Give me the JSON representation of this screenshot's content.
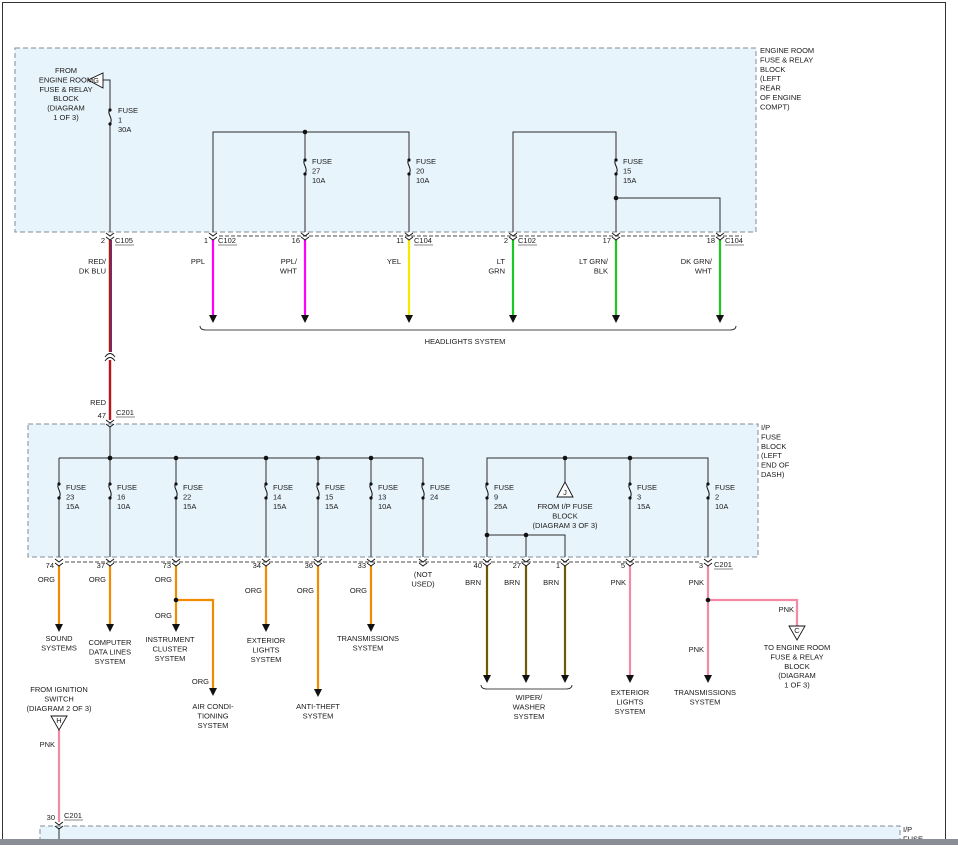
{
  "colors": {
    "panel_fill": "#e8f4fb",
    "panel_border": "#7f8c99",
    "wire_black": "#2b2b2b",
    "red": "#b8161c",
    "ppl": "#ff00ff",
    "yel": "#f2ea00",
    "grn": "#1ec81e",
    "org": "#f08c00",
    "brn": "#6e5a00",
    "pnk": "#f28aa6"
  },
  "engine_block": {
    "label": [
      "ENGINE ROOM",
      "FUSE & RELAY",
      "BLOCK",
      "(LEFT",
      "REAR",
      "OF ENGINE",
      "COMPT)"
    ],
    "from_label": [
      "FROM",
      "ENGINE ROOM",
      "FUSE & RELAY",
      "BLOCK",
      "(DIAGRAM",
      "1 OF 3)"
    ],
    "from_marker": "G",
    "fuse1": [
      "FUSE",
      "1",
      "30A"
    ],
    "fuse27": [
      "FUSE",
      "27",
      "10A"
    ],
    "fuse20": [
      "FUSE",
      "20",
      "10A"
    ],
    "fuse15": [
      "FUSE",
      "15",
      "15A"
    ]
  },
  "engine_pins": [
    {
      "pin": "2",
      "conn": "C105"
    },
    {
      "pin": "1",
      "conn": "C102"
    },
    {
      "pin": "16",
      "conn": ""
    },
    {
      "pin": "11",
      "conn": "C104"
    },
    {
      "pin": "2",
      "conn": "C102"
    },
    {
      "pin": "17",
      "conn": ""
    },
    {
      "pin": "18",
      "conn": "C104"
    }
  ],
  "engine_wires": [
    [
      "RED/",
      "DK BLU"
    ],
    [
      "PPL"
    ],
    [
      "PPL/",
      "WHT"
    ],
    [
      "YEL"
    ],
    [
      "LT",
      "GRN"
    ],
    [
      "LT GRN/",
      "BLK"
    ],
    [
      "DK GRN/",
      "WHT"
    ]
  ],
  "headlights_label": "HEADLIGHTS SYSTEM",
  "c201_top": {
    "wire": "RED",
    "pin": "47",
    "conn": "C201"
  },
  "ip_block": {
    "label": [
      "I/P",
      "FUSE",
      "BLOCK",
      "(LEFT",
      "END OF",
      "DASH)"
    ],
    "fuses": [
      [
        "FUSE",
        "23",
        "15A"
      ],
      [
        "FUSE",
        "16",
        "10A"
      ],
      [
        "FUSE",
        "22",
        "15A"
      ],
      [
        "FUSE",
        "14",
        "15A"
      ],
      [
        "FUSE",
        "15",
        "15A"
      ],
      [
        "FUSE",
        "13",
        "10A"
      ],
      [
        "FUSE",
        "24"
      ],
      [
        "FUSE",
        "9",
        "25A"
      ],
      [
        "FUSE",
        "3",
        "15A"
      ],
      [
        "FUSE",
        "2",
        "10A"
      ]
    ],
    "j_marker": "J",
    "j_label": [
      "FROM I/P FUSE",
      "BLOCK",
      "(DIAGRAM 3 OF 3)"
    ]
  },
  "ip_pins": [
    "74",
    "37",
    "73",
    "34",
    "36",
    "33",
    "40",
    "27",
    "1",
    "5",
    "3"
  ],
  "ip_conn": "C201",
  "not_used": [
    "(NOT",
    "USED)"
  ],
  "ip_wires": [
    "ORG",
    "ORG",
    "ORG",
    "ORG",
    "ORG",
    "ORG",
    "ORG",
    "ORG",
    "BRN",
    "BRN",
    "BRN",
    "PNK",
    "PNK",
    "PNK",
    "PNK",
    "ORG"
  ],
  "destinations": {
    "sound": [
      "SOUND",
      "SYSTEMS"
    ],
    "computer": [
      "COMPUTER",
      "DATA LINES",
      "SYSTEM"
    ],
    "instrument": [
      "INSTRUMENT",
      "CLUSTER",
      "SYSTEM"
    ],
    "aircond": [
      "AIR CONDI-",
      "TIONING",
      "SYSTEM"
    ],
    "exterior1": [
      "EXTERIOR",
      "LIGHTS",
      "SYSTEM"
    ],
    "antitheft": [
      "ANTI-THEFT",
      "SYSTEM"
    ],
    "trans1": [
      "TRANSMISSIONS",
      "SYSTEM"
    ],
    "wiper": [
      "WIPER/",
      "WASHER",
      "SYSTEM"
    ],
    "exterior2": [
      "EXTERIOR",
      "LIGHTS",
      "SYSTEM"
    ],
    "trans2": [
      "TRANSMISSIONS",
      "SYSTEM"
    ],
    "to_engine": [
      "TO ENGINE ROOM",
      "FUSE & RELAY",
      "BLOCK",
      "(DIAGRAM",
      "1 OF 3)"
    ]
  },
  "c_marker": "C",
  "ignition": {
    "label": [
      "FROM IGNITION",
      "SWITCH",
      "(DIAGRAM 2 OF 3)"
    ],
    "marker": "H",
    "wire": "PNK",
    "pin": "30",
    "conn": "C201"
  },
  "bottom_block_label": [
    "I/P",
    "FUSE"
  ]
}
